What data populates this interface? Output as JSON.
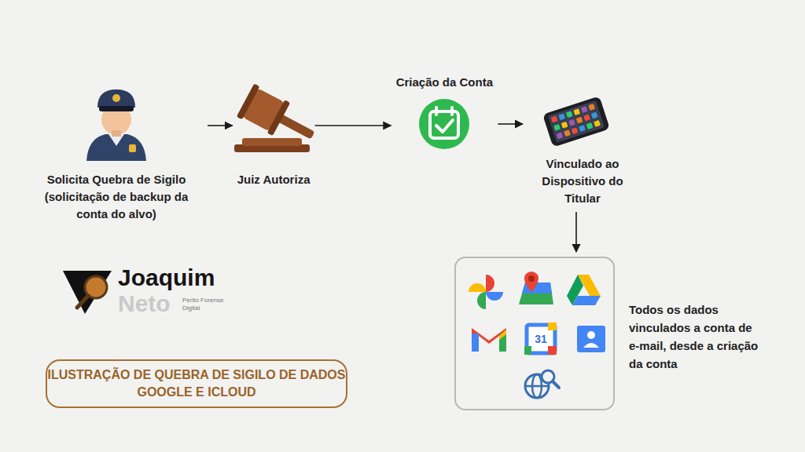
{
  "diagram": {
    "nodes": [
      {
        "text": [
          "Solicita Quebra de Sigilo (solicitação de backup da conta do alvo)"
        ]
      },
      {
        "text": [
          "Juiz Autoriza"
        ]
      },
      {
        "text": [
          "Criação da Conta"
        ]
      },
      {
        "text": [
          "Vinculado ao Dispositivo do Titular"
        ]
      },
      {
        "text": [
          "Todos os dados vinculados a conta de e-mail, desde a criação da conta"
        ]
      },
      {
        "text": [
          "ILUSTRAÇÃO DE QUEBRA DE SIGILO DE DADOS GOOGLE E ICLOUD"
        ]
      }
    ],
    "edges": [
      {
        "from": 0,
        "to": 1,
        "arrow": "to"
      },
      {
        "from": 1,
        "to": 2,
        "arrow": "to"
      },
      {
        "from": 2,
        "to": 3,
        "arrow": "to"
      },
      {
        "from": 3,
        "to": 4,
        "arrow": "to"
      }
    ],
    "labels": [
      "Joaquim",
      "Neto",
      "Perito Forense Digital",
      "31"
    ]
  }
}
